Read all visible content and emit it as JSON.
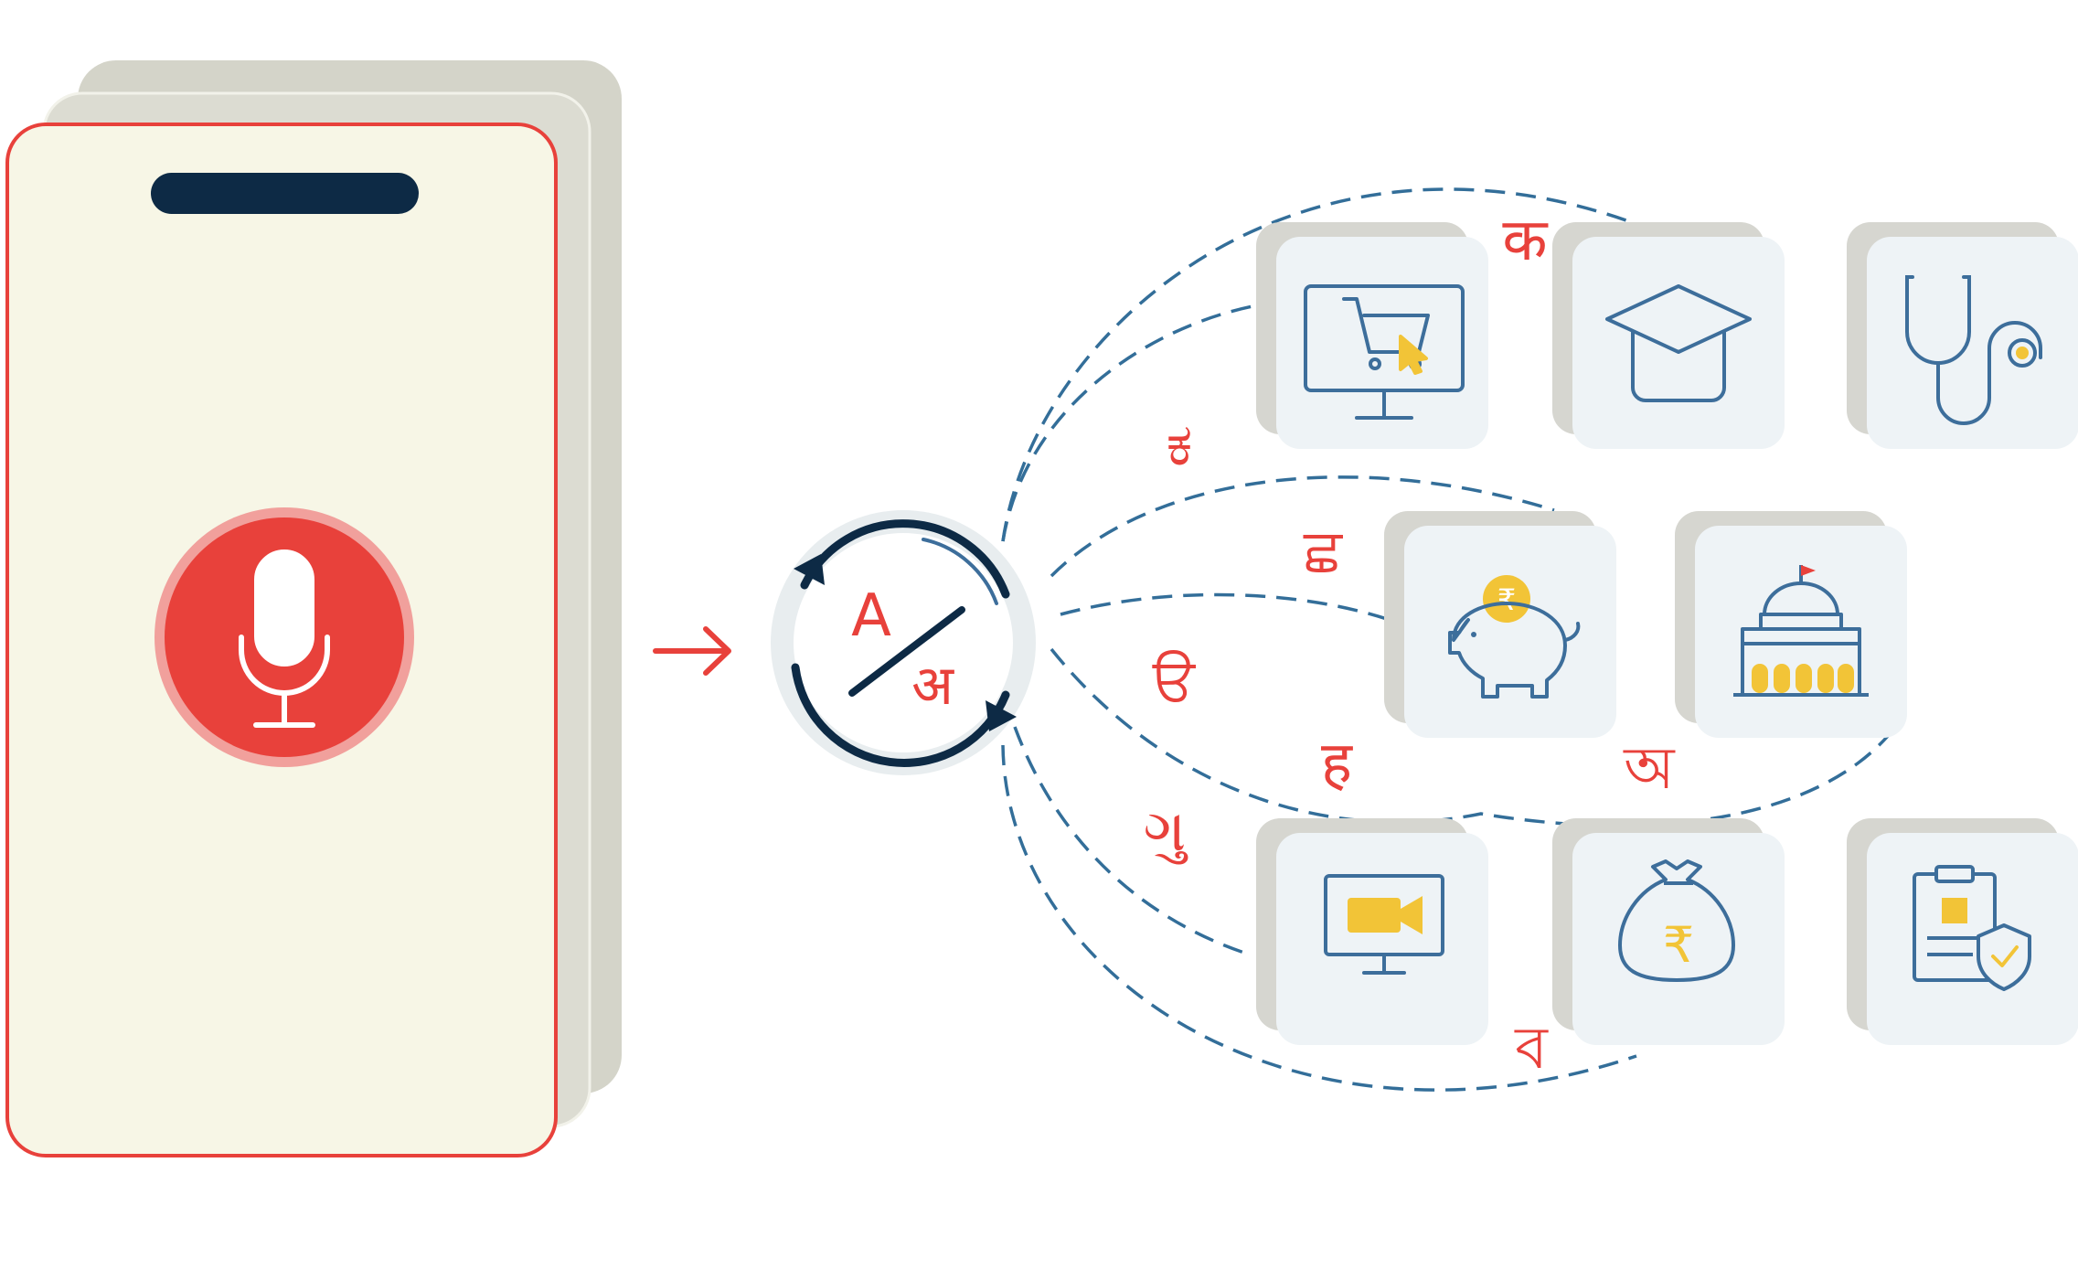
{
  "colors": {
    "accent_red": "#e8413b",
    "navy": "#0d2a45",
    "dash_blue": "#336e99",
    "icon_blue": "#3d6e9b",
    "icon_yellow": "#f2c437",
    "tile_face": "#eef3f6",
    "tile_shadow": "#d6d6d0",
    "phone_face": "#f7f6e6",
    "phone_back": "#d4d4c9"
  },
  "translator": {
    "source_letter": "A",
    "target_letter": "अ"
  },
  "script_letters": [
    "क",
    "ಕ",
    "ਛ",
    "ੳ",
    "ह",
    "ગુ",
    "অ",
    "ব"
  ],
  "service_icons": [
    "online-shopping-icon",
    "graduation-cap-icon",
    "stethoscope-icon",
    "piggy-bank-rupee-icon",
    "government-building-icon",
    "video-call-icon",
    "rupee-money-bag-icon",
    "insurance-clipboard-icon"
  ],
  "phone": {
    "mic_icon": "microphone-icon"
  },
  "flow_icon": "arrow-right-icon"
}
